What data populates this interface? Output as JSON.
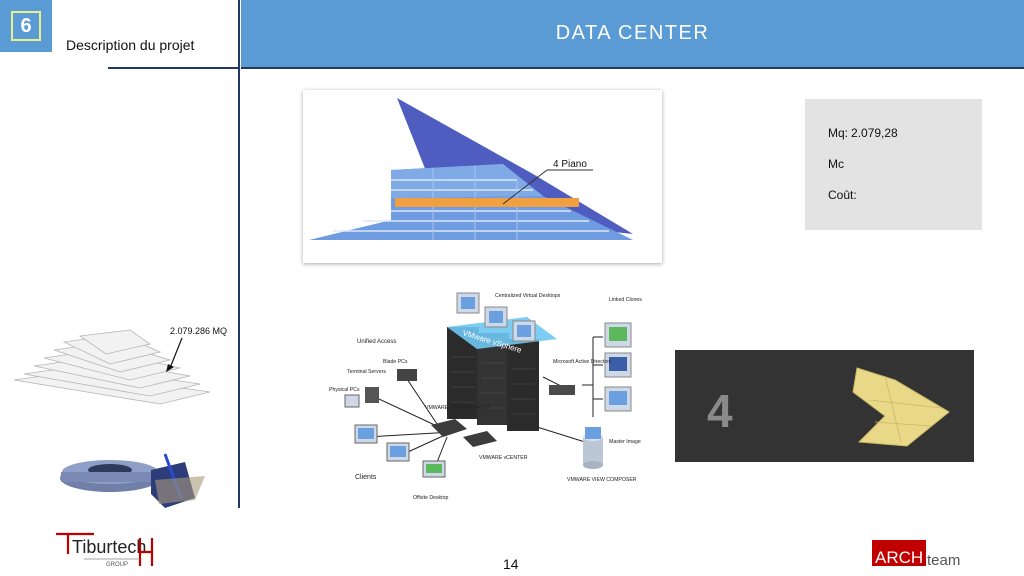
{
  "header": {
    "slide_number": "6",
    "section_label": "Description du projet",
    "title": "DATA CENTER"
  },
  "elevation": {
    "floor_label": "4 Piano"
  },
  "info_box": {
    "mq_label": "Mq:",
    "mq_value": "2.079,28",
    "mc_label": "Mc",
    "cost_label": "Coût:"
  },
  "site_plan": {
    "area_label": "2.079.286 MQ"
  },
  "network_diagram": {
    "centralized": "Centralized Virtual Desktops",
    "linked_clones": "Linked Clones",
    "unified_access": "Unified Access",
    "vsphere": "VMware vSphere",
    "blade_pcs": "Blade PCs",
    "terminal_servers": "Terminal Servers",
    "physical_pcs": "Physical PCs",
    "view_manager": "VMWARE VIEW MANAGER",
    "active_directory": "Microsoft Active Directory",
    "master_image": "Master Image",
    "vcenter": "VMWARE vCENTER",
    "clients": "Clients",
    "offsite_desktop": "Offsite Desktop",
    "view_composer": "VMWARE VIEW COMPOSER"
  },
  "floor_panel": {
    "number": "4"
  },
  "footer": {
    "logo_left": "Tiburtech",
    "logo_left_sub": "GROUP",
    "page_number": "14",
    "logo_right_arch": "ARCH",
    "logo_right_team": "team"
  },
  "colors": {
    "header_blue": "#5b9bd5",
    "navy": "#1f3864",
    "building_blue": "#5b8fd9",
    "highlight_orange": "#f0a040",
    "logo_red": "#c00000"
  }
}
